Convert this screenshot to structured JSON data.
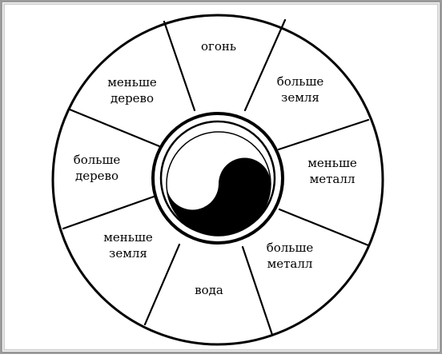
{
  "segments": [
    {
      "lines": [
        "огонь"
      ]
    },
    {
      "lines": [
        "больше",
        "земля"
      ]
    },
    {
      "lines": [
        "меньше",
        "металл"
      ]
    },
    {
      "lines": [
        "больше",
        "металл"
      ]
    },
    {
      "lines": [
        "вода"
      ]
    },
    {
      "lines": [
        "меньше",
        "земля"
      ]
    },
    {
      "lines": [
        "больше",
        "дерево"
      ]
    },
    {
      "lines": [
        "меньше",
        "дерево"
      ]
    }
  ],
  "colors": {
    "background": "#ffffff",
    "ink": "#000000",
    "frame_outer": "#9a9a9a",
    "frame_inner": "#d4d4d4"
  },
  "center_symbol": "yin-yang"
}
